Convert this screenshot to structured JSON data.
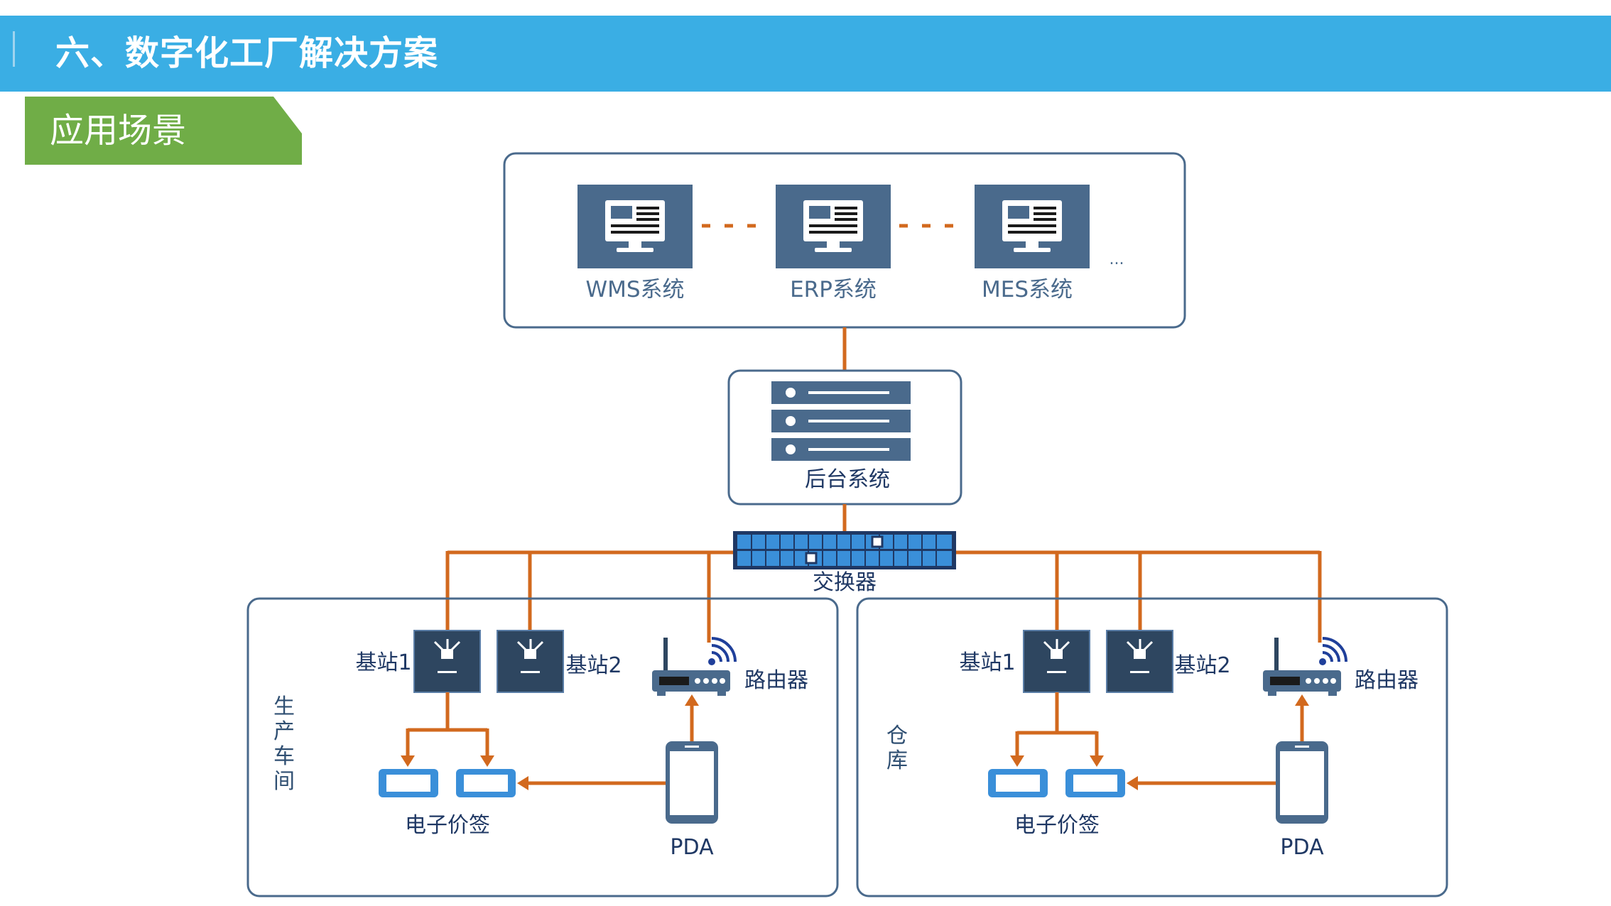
{
  "header": {
    "title": "六、数字化工厂解决方案"
  },
  "section": {
    "title": "应用场景"
  },
  "systems": [
    {
      "label": "WMS系统",
      "icon": "monitor-icon"
    },
    {
      "label": "ERP系统",
      "icon": "monitor-icon"
    },
    {
      "label": "MES系统",
      "icon": "monitor-icon"
    }
  ],
  "systems_more": "...",
  "backend": {
    "label": "后台系统",
    "icon": "server-icon"
  },
  "switch": {
    "label": "交换器",
    "icon": "switch-icon"
  },
  "areas": [
    {
      "name_chars": [
        "生",
        "产",
        "车",
        "间"
      ],
      "station1": "基站1",
      "station2": "基站2",
      "router": "路由器",
      "tags": "电子价签",
      "pda": "PDA"
    },
    {
      "name_chars": [
        "仓",
        "库"
      ],
      "station1": "基站1",
      "station2": "基站2",
      "router": "路由器",
      "tags": "电子价签",
      "pda": "PDA"
    }
  ],
  "colors": {
    "header": "#3aaee4",
    "section": "#70ad47",
    "link": "#d2691e",
    "node": "#4a6a8c",
    "device_dark": "#2e4660",
    "switch": "#3a8fd9",
    "tag": "#3a8fd9"
  }
}
